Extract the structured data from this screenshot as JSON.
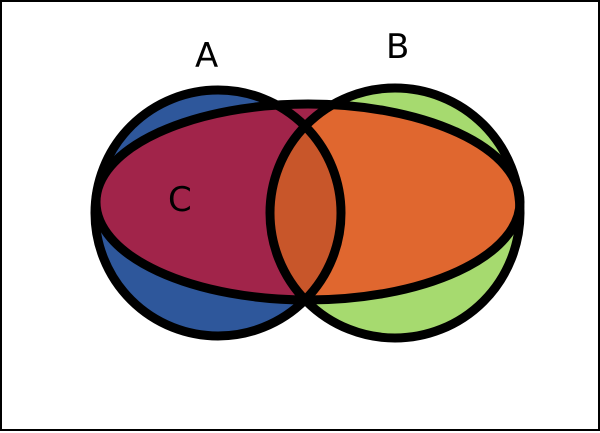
{
  "diagram": {
    "labels": {
      "a": "A",
      "b": "B",
      "c": "C"
    },
    "colors": {
      "a_fill": "#2E579B",
      "b_fill": "#A6DA6F",
      "c_fill": "#A1244A",
      "overlap_orange": "#E0672F",
      "intersection_center": "#C8562A",
      "outline": "#000000"
    }
  }
}
